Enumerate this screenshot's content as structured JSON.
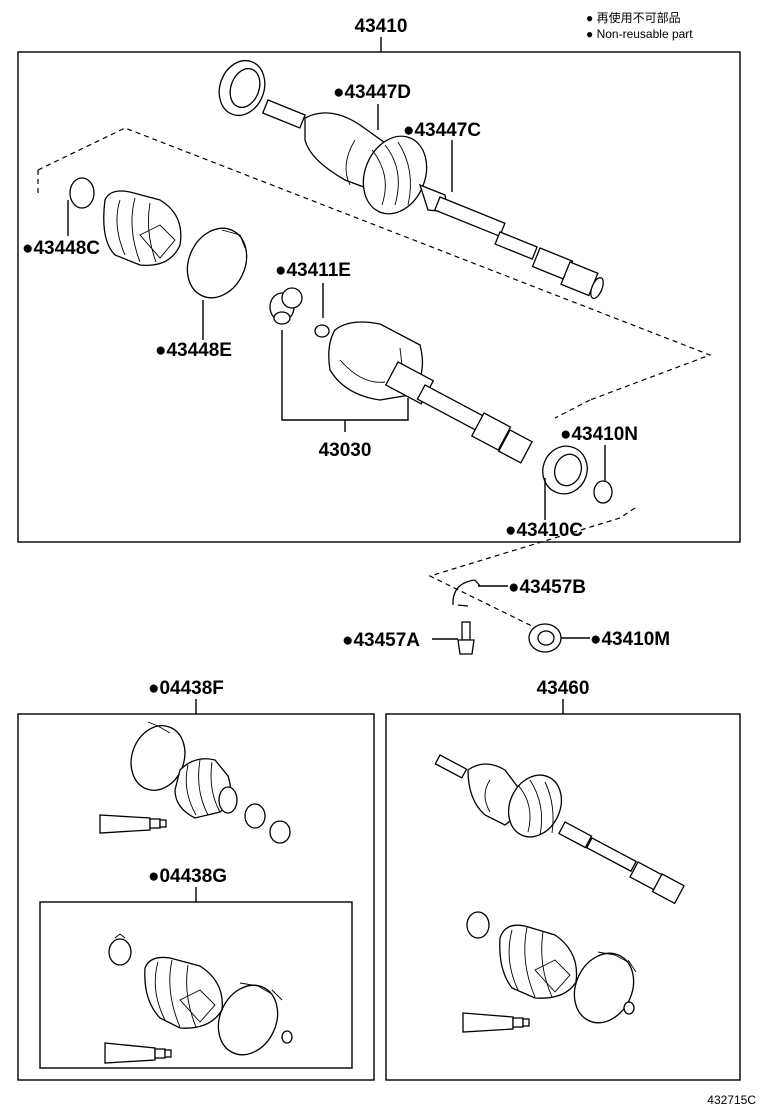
{
  "legend": {
    "line1": "● 再使用不可部品",
    "line2": "● Non-reusable part"
  },
  "labels": {
    "main_assy": "43410",
    "joint_d": "●43447D",
    "joint_c": "●43447C",
    "clamp_c": "●43448C",
    "clamp_e": "●43448E",
    "snap_e": "●43411E",
    "inboard_joint": "43030",
    "seal_n": "●43410N",
    "seal_c": "●43410C",
    "snap_b": "●43457B",
    "bolt_a": "●43457A",
    "bearing_m": "●43410M",
    "boot_kit_f": "●04438F",
    "boot_kit_g": "●04438G",
    "shaft_assy": "43460",
    "diagram_id": "432715C"
  }
}
